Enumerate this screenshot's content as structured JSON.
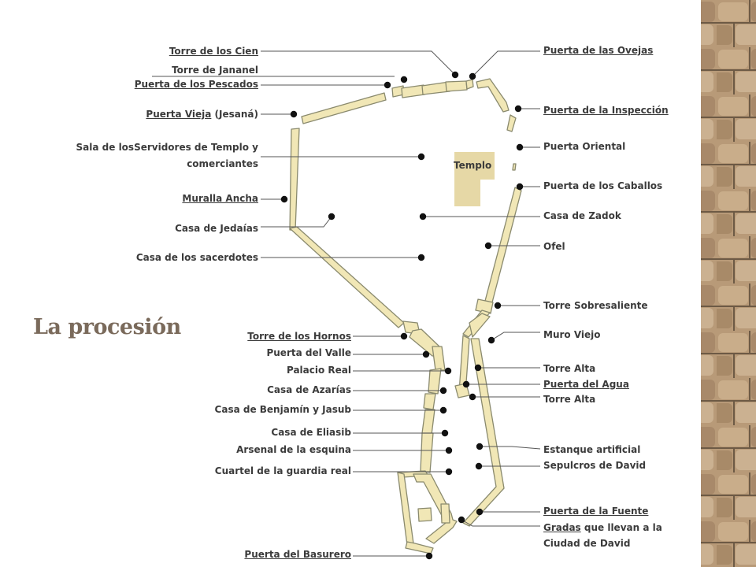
{
  "slide_title": "La procesión",
  "temple_label": "Templo",
  "labels_left": {
    "torre_cien": "Torre de los Cien",
    "torre_jananel": "Torre de Jananel",
    "puerta_pescados": "Puerta de los Pescados",
    "puerta_vieja": "Puerta Vieja",
    "puerta_vieja_suffix": " (Jesaná)",
    "sala_servidores_l1": "Sala de losServidores de Templo y",
    "sala_servidores_l2": "comerciantes",
    "muralla_ancha": "Muralla Ancha",
    "casa_jedaias": "Casa de Jedaías",
    "casa_sacerdotes": "Casa de los sacerdotes",
    "torre_hornos": "Torre de los Hornos",
    "puerta_valle": "Puerta del Valle",
    "palacio_real": "Palacio Real",
    "casa_azarias": "Casa de Azarías",
    "casa_benjamin": "Casa de Benjamín y Jasub",
    "casa_eliasib": "Casa de Eliasib",
    "arsenal": "Arsenal de la esquina",
    "cuartel": "Cuartel de la guardia real",
    "puerta_basurero": "Puerta del Basurero"
  },
  "labels_right": {
    "puerta_ovejas": "Puerta de las Ovejas",
    "puerta_inspeccion": "Puerta de la Inspección",
    "puerta_oriental": "Puerta Oriental",
    "puerta_caballos": "Puerta de los Caballos",
    "casa_zadok": "Casa de Zadok",
    "ofel": "Ofel",
    "torre_sobresaliente": "Torre Sobresaliente",
    "muro_viejo": "Muro Viejo",
    "torre_alta_1": "Torre Alta",
    "puerta_agua": "Puerta del Agua",
    "torre_alta_2": "Torre Alta",
    "estanque": "Estanque artificial",
    "sepulcros": "Sepulcros de David",
    "puerta_fuente": "Puerta de la Fuente",
    "gradas": "Gradas",
    "gradas_rest_l1": " que llevan a la",
    "gradas_rest_l2": "Ciudad de David"
  },
  "colors": {
    "wall_fill": "#f1e7b6",
    "wall_stroke": "#8a8a6e",
    "temple_fill": "#e6d8a6",
    "leader_line": "#555555",
    "marker": "#111111",
    "title": "#7a6a5b",
    "stone_background": "#b89a78"
  }
}
